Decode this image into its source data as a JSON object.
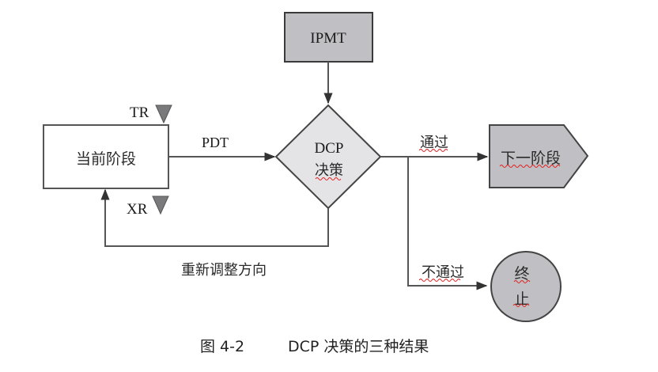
{
  "diagram": {
    "nodes": {
      "ipmt": {
        "label": "IPMT",
        "shape": "rectangle",
        "fill": "#c0c0c4"
      },
      "current_stage": {
        "label": "当前阶段",
        "shape": "rectangle",
        "fill": "#ffffff"
      },
      "dcp": {
        "label_line1": "DCP",
        "label_line2": "决策",
        "shape": "diamond",
        "fill": "#e4e4e7"
      },
      "next_stage": {
        "label": "下一阶段",
        "shape": "pentagon-arrow",
        "fill": "#c0c0c4"
      },
      "terminate": {
        "label_line1": "终",
        "label_line2": "止",
        "shape": "circle",
        "fill": "#c0c0c4"
      }
    },
    "markers": {
      "tr": {
        "label": "TR",
        "fill": "#7a7a7d"
      },
      "xr": {
        "label": "XR",
        "fill": "#7a7a7d"
      }
    },
    "edges": {
      "pdt": {
        "label": "PDT",
        "from": "当前阶段",
        "to": "DCP 决策"
      },
      "pass": {
        "label": "通过",
        "from": "DCP 决策",
        "to": "下一阶段"
      },
      "fail": {
        "label": "不通过",
        "from": "DCP 决策",
        "to": "终止"
      },
      "redirect": {
        "label": "重新调整方向",
        "from": "DCP 决策",
        "to": "当前阶段"
      },
      "ipmt_to_dcp": {
        "label": "",
        "from": "IPMT",
        "to": "DCP 决策"
      }
    },
    "colors": {
      "line": "#555555",
      "border": "#444444",
      "spellcheck": "#e02020"
    }
  },
  "caption": {
    "figure_number": "图 4-2",
    "title": "DCP 决策的三种结果"
  }
}
